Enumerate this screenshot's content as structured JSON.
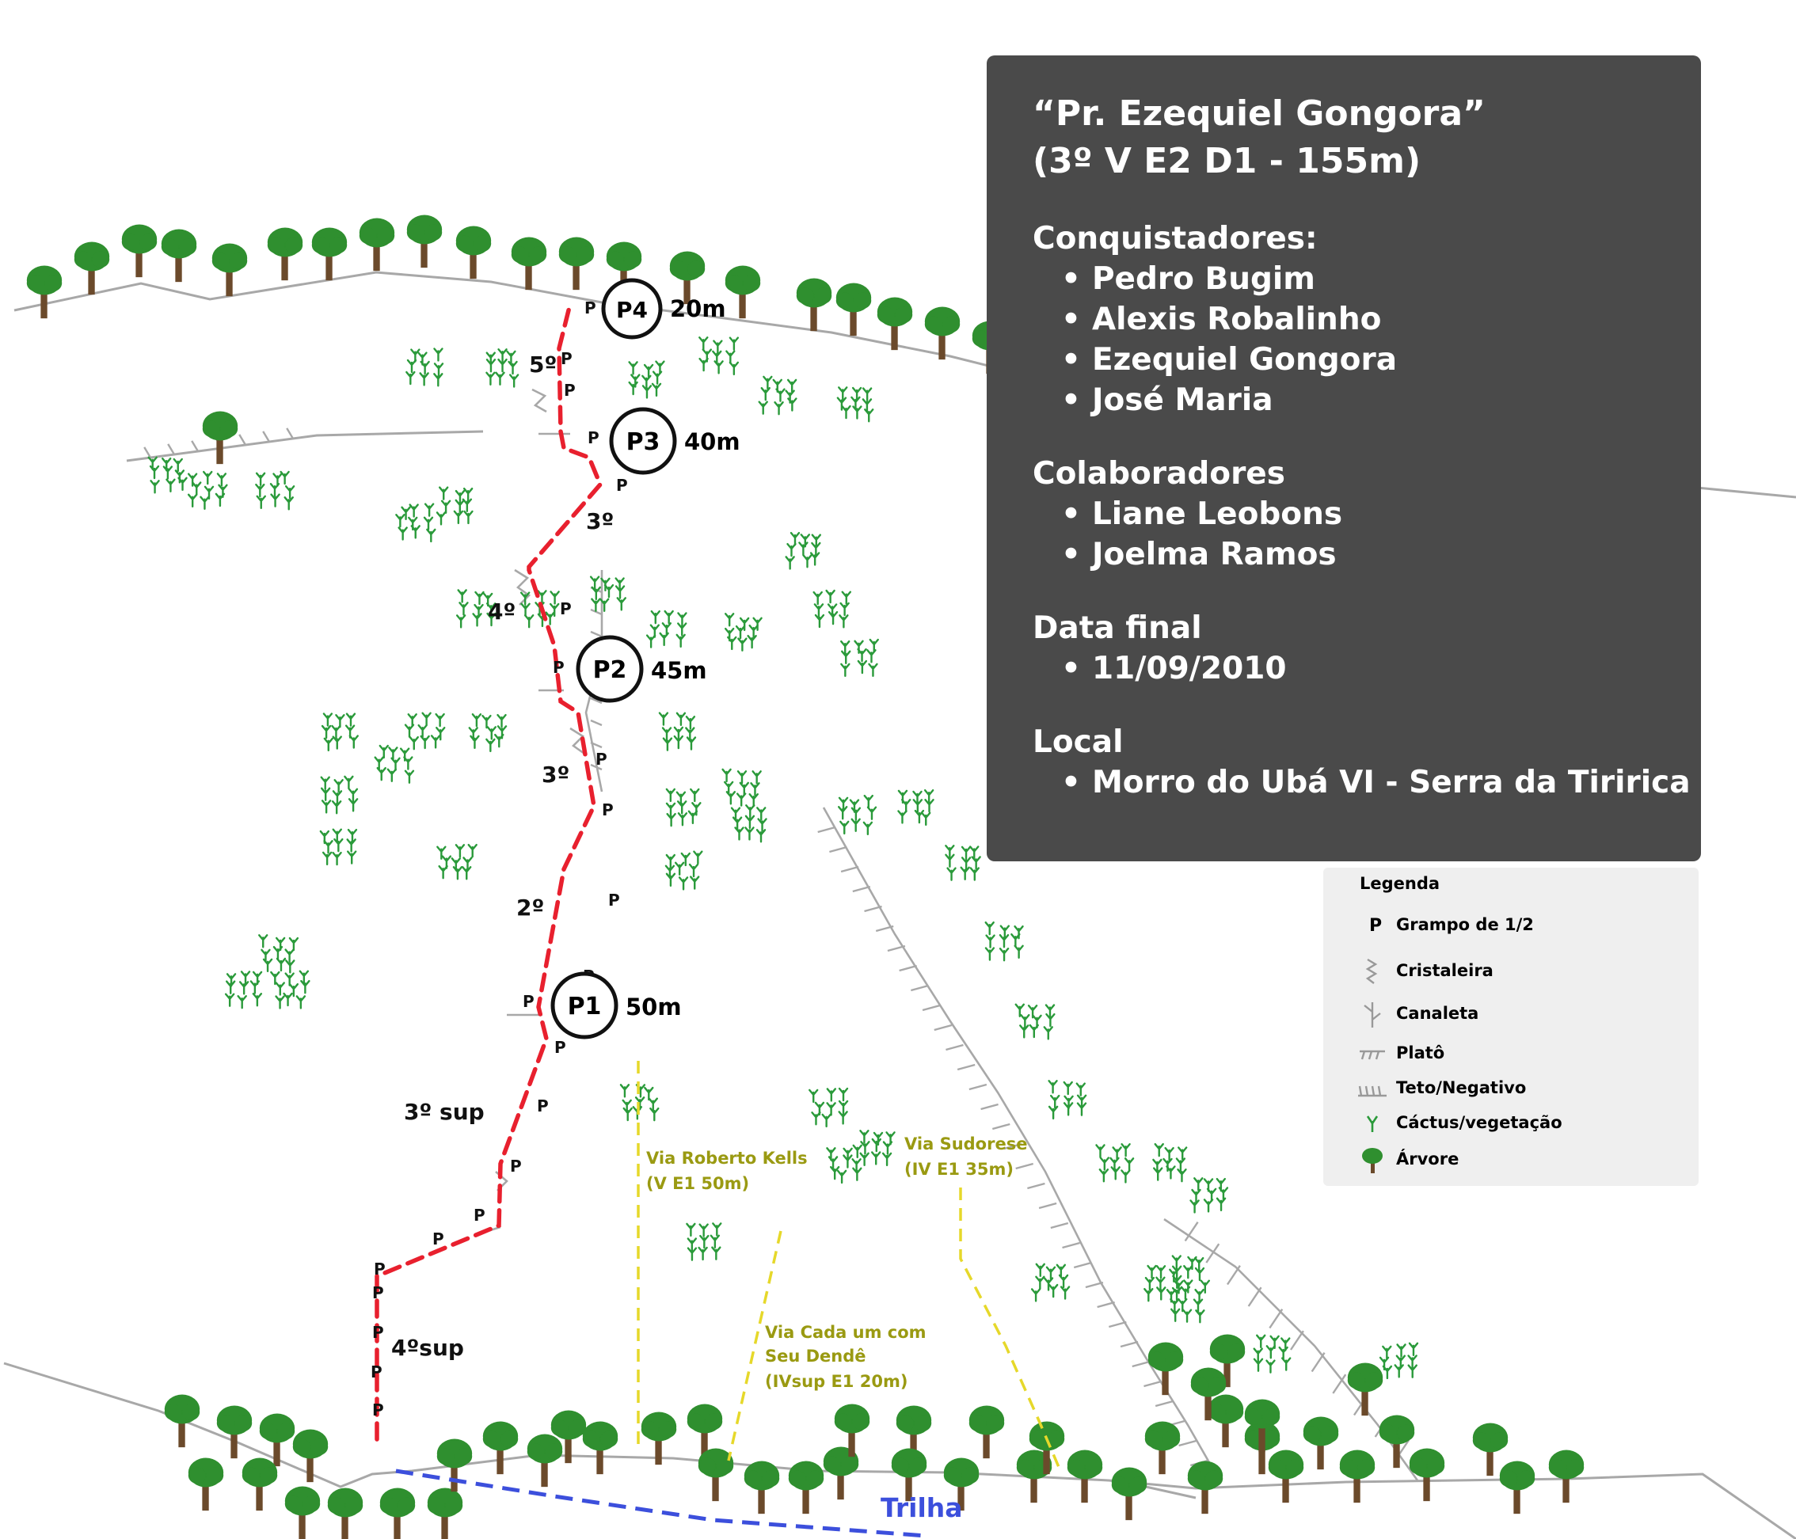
{
  "info": {
    "title_line1": "“Pr. Ezequiel Gongora”",
    "title_line2": "(3º V E2 D1 - 155m)",
    "conquistadores_heading": "Conquistadores:",
    "conquistadores": [
      "Pedro Bugim",
      "Alexis Robalinho",
      "Ezequiel Gongora",
      "José Maria"
    ],
    "colaboradores_heading": "Colaboradores",
    "colaboradores": [
      "Liane Leobons",
      "Joelma Ramos"
    ],
    "data_heading": "Data final",
    "data_value": "11/09/2010",
    "local_heading": "Local",
    "local_value": "Morro do Ubá VI - Serra da Tiririca"
  },
  "legend": {
    "title": "Legenda",
    "items": [
      {
        "label": "Grampo de 1/2",
        "icon": "bolt-icon"
      },
      {
        "label": "Cristaleira",
        "icon": "cristaleira-icon"
      },
      {
        "label": "Canaleta",
        "icon": "canaleta-icon"
      },
      {
        "label": "Platô",
        "icon": "plato-icon"
      },
      {
        "label": "Teto/Negativo",
        "icon": "teto-icon"
      },
      {
        "label": "Cáctus/vegetação",
        "icon": "cactus-icon"
      },
      {
        "label": "Árvore",
        "icon": "tree-icon"
      }
    ]
  },
  "route": {
    "bolt_letter": "P",
    "belays": [
      {
        "name": "P1",
        "length": "50m"
      },
      {
        "name": "P2",
        "length": "45m"
      },
      {
        "name": "P3",
        "length": "40m"
      },
      {
        "name": "P4",
        "length": "20m"
      }
    ],
    "grades": [
      "4ºsup",
      "3º sup",
      "2º",
      "3º",
      "4º",
      "3º",
      "5º"
    ]
  },
  "other_routes": [
    {
      "name": "Via Roberto Kells",
      "grade": "(V E1 50m)"
    },
    {
      "name_line1": "Via Cada um com",
      "name_line2": "Seu Dendê",
      "grade": "(IVsup E1 20m)"
    },
    {
      "name": "Via Sudorese",
      "grade": "(IV E1 35m)"
    }
  ],
  "trail_label": "Trilha",
  "colors": {
    "route": "#e8202e",
    "ground_line": "#a8a8a8",
    "tree_canopy": "#2f8f2f",
    "tree_trunk": "#6b4a2b",
    "cactus": "#2a9a3a",
    "other_routes": "#e6d82a",
    "other_routes_text": "#9a9a12",
    "trail": "#3c4fdc",
    "panel_bg": "#4a4a4a",
    "legend_bg": "#efefef"
  }
}
